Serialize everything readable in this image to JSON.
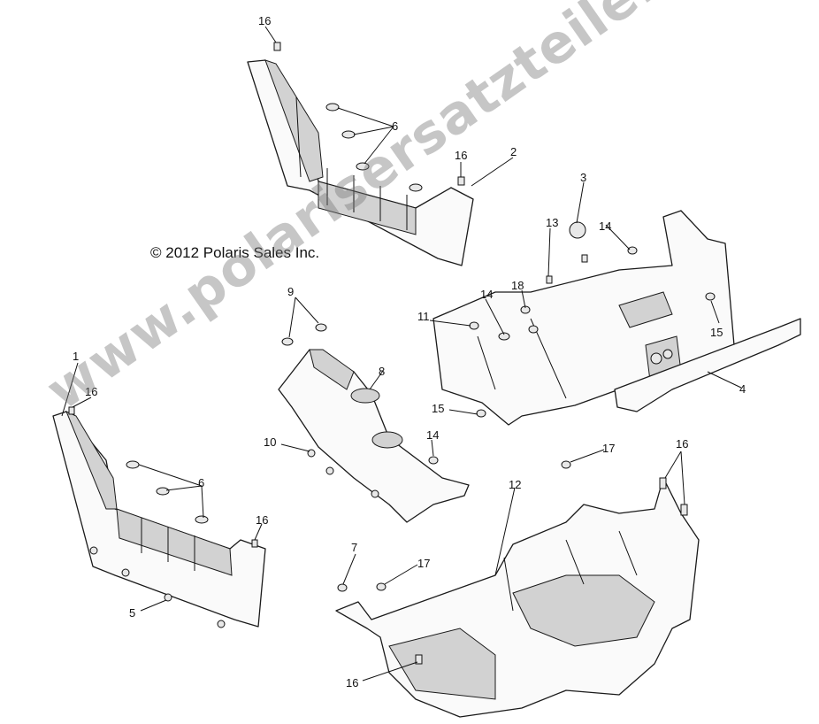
{
  "copyright": "© 2012 Polaris Sales Inc.",
  "watermark": "www.polarisersatzteile.de",
  "callouts": {
    "c1": "1",
    "c2": "2",
    "c3": "3",
    "c4": "4",
    "c5": "5",
    "c6a": "6",
    "c6b": "6",
    "c7": "7",
    "c8": "8",
    "c9": "9",
    "c10": "10",
    "c11": "11",
    "c12": "12",
    "c13": "13",
    "c14a": "14",
    "c14b": "14",
    "c14c": "14",
    "c15a": "15",
    "c15b": "15",
    "c16a": "16",
    "c16b": "16",
    "c16c": "16",
    "c16d": "16",
    "c16e": "16",
    "c16f": "16",
    "c17a": "17",
    "c17b": "17",
    "c18": "18"
  }
}
